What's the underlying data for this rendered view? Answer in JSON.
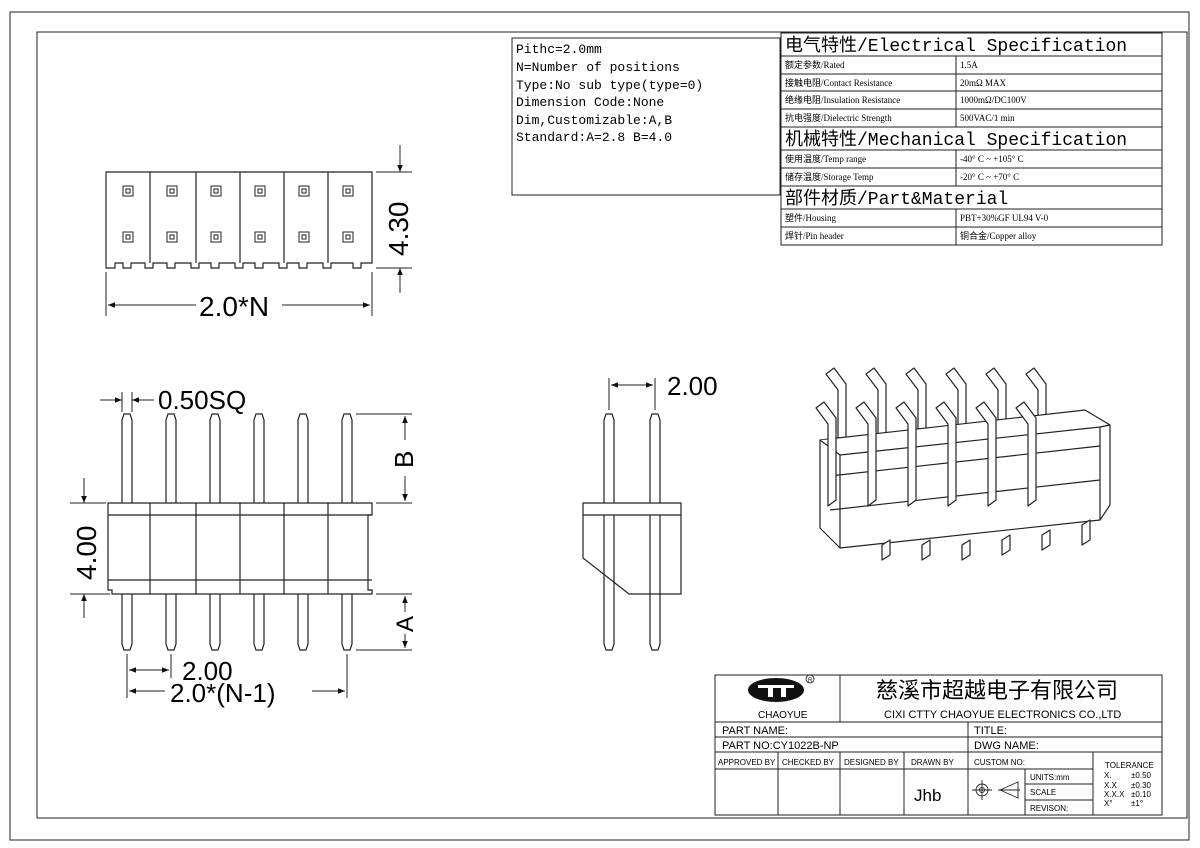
{
  "notes": [
    "Pithc=2.0mm",
    "N=Number of positions",
    "Type:No sub type(type=0)",
    "Dimension Code:None",
    "Dim,Customizable:A,B",
    "Standard:A=2.8 B=4.0"
  ],
  "spec": {
    "electrical_title": "电气特性/Electrical Specification",
    "electrical_rows": [
      [
        "额定参数/Rated",
        "1.5A"
      ],
      [
        "接触电阻/Contact Resistance",
        "20mΩ MAX"
      ],
      [
        "绝缘电阻/Insulation Resistance",
        "1000mΩ/DC100V"
      ],
      [
        "抗电强度/Dielectric Strength",
        "500VAC/1 min"
      ]
    ],
    "mechanical_title": "机械特性/Mechanical Specification",
    "mechanical_rows": [
      [
        "使用温度/Temp range",
        "-40° C ~ +105° C"
      ],
      [
        "储存温度/Storage Temp",
        "-20° C ~ +70° C"
      ]
    ],
    "material_title": "部件材质/Part&Material",
    "material_rows": [
      [
        "塑件/Housing",
        "PBT+30%GF  UL94  V-0"
      ],
      [
        "焊针/Pin header",
        "铜合金/Copper alloy"
      ]
    ]
  },
  "dims": {
    "top_height": "4.30",
    "top_width": "2.0*N",
    "pin_sq": "0.50SQ",
    "b_label": "B",
    "a_label": "A",
    "body_height": "4.00",
    "pitch": "2.00",
    "total": "2.0*(N-1)",
    "side_pitch": "2.00"
  },
  "title_block": {
    "logo_name": "CHAOYUE",
    "company_cn": "慈溪市超越电子有限公司",
    "company_en": "CIXI CTTY CHAOYUE ELECTRONICS CO.,LTD",
    "part_name_label": "PART NAME:",
    "title_label": "TITLE:",
    "part_no_label": "PART NO:CY1022B-NP",
    "dwg_name_label": "DWG NAME:",
    "approved_by": "APPROVED BY",
    "checked_by": "CHECKED BY",
    "designed_by": "DESIGNED BY",
    "drawn_by": "DRAWN BY",
    "drawn_by_value": "Jhb",
    "custom_no": "CUSTOM NO:",
    "units": "UNITS:mm",
    "scale": "SCALE",
    "revision": "REVISON:",
    "tolerance_title": "TOLERANCE",
    "tolerance_rows": [
      [
        "X.",
        "±0.50"
      ],
      [
        "X.X",
        "±0.30"
      ],
      [
        "X.X.X",
        "±0.10"
      ],
      [
        "X°",
        "±1°"
      ]
    ]
  }
}
